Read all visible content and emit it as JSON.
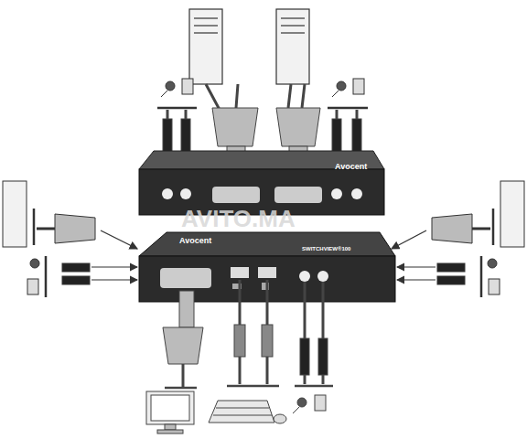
{
  "diagram": {
    "labels": [
      "Avocent",
      "Avocent",
      "SWITCHVIEW®100",
      "AVITO.MA"
    ]
  }
}
